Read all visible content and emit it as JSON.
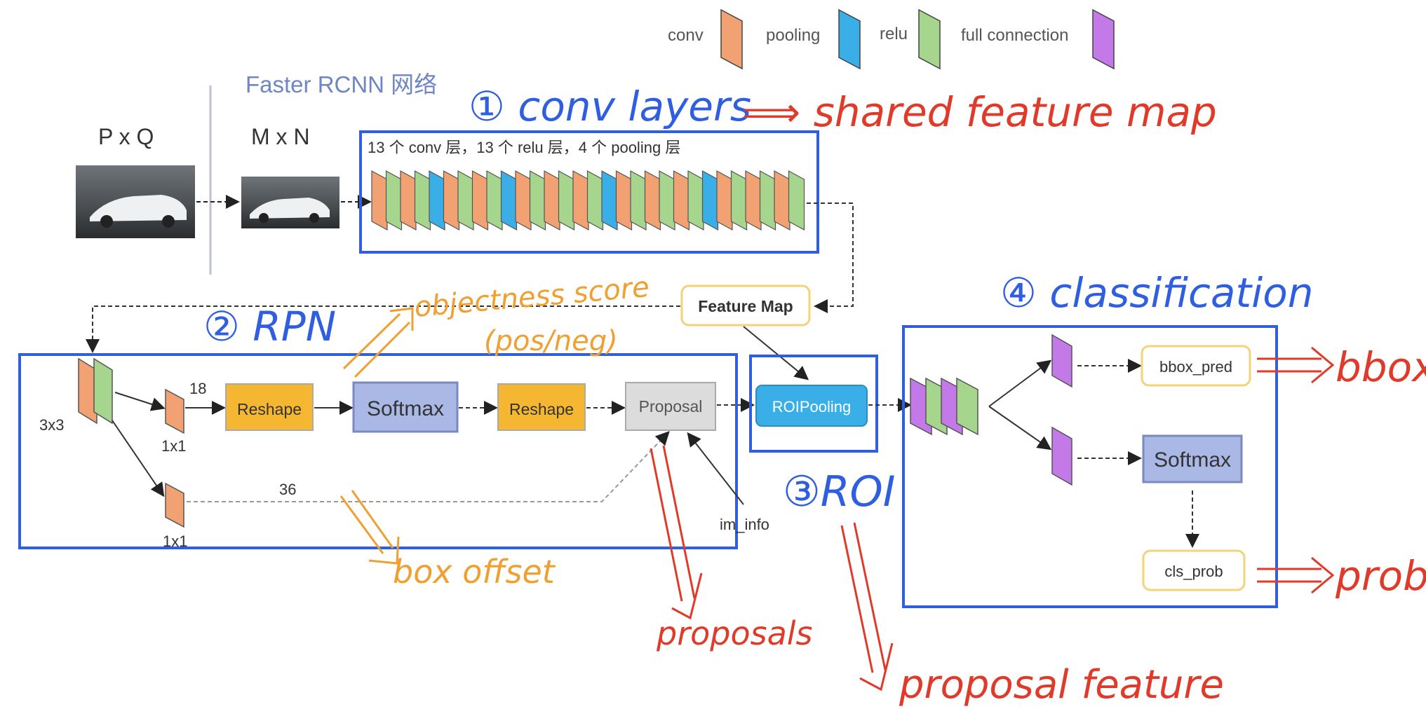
{
  "legend": {
    "conv": "conv",
    "pooling": "pooling",
    "relu": "relu",
    "full_connection": "full connection"
  },
  "top": {
    "title": "Faster RCNN 网络",
    "pxq": "P x Q",
    "mxn": "M x N",
    "conv_desc": "13 个 conv 层，13 个 relu 层，4 个 pooling 层"
  },
  "rpn": {
    "size_3x3": "3x3",
    "size_1x1_top": "1x1",
    "size_1x1_bottom": "1x1",
    "n18": "18",
    "n36": "36",
    "reshape1": "Reshape",
    "softmax": "Softmax",
    "reshape2": "Reshape",
    "proposal": "Proposal",
    "im_info": "im_info"
  },
  "nodes": {
    "feature_map": "Feature Map",
    "roipooling": "ROIPooling",
    "bbox_pred": "bbox_pred",
    "softmax2": "Softmax",
    "cls_prob": "cls_prob"
  },
  "annotations": {
    "conv_layers": "① conv layers",
    "shared_map": "⟹ shared feature map",
    "rpn": "② RPN",
    "objectness": "objectness score",
    "posneg": "(pos/neg)",
    "box_offset": "box offset",
    "proposals": "proposals",
    "roi": "③ROI",
    "proposal_feature": "proposal feature",
    "classification": "④ classification",
    "bbox": "bbox",
    "prob": "prob"
  },
  "colors": {
    "conv": "#f2a272",
    "pooling": "#3aaee6",
    "relu": "#a6d58e",
    "fc": "#c37ae8",
    "blue_ink": "#2f5fe0",
    "red_ink": "#e03a2a",
    "orange_ink": "#f0a030"
  }
}
